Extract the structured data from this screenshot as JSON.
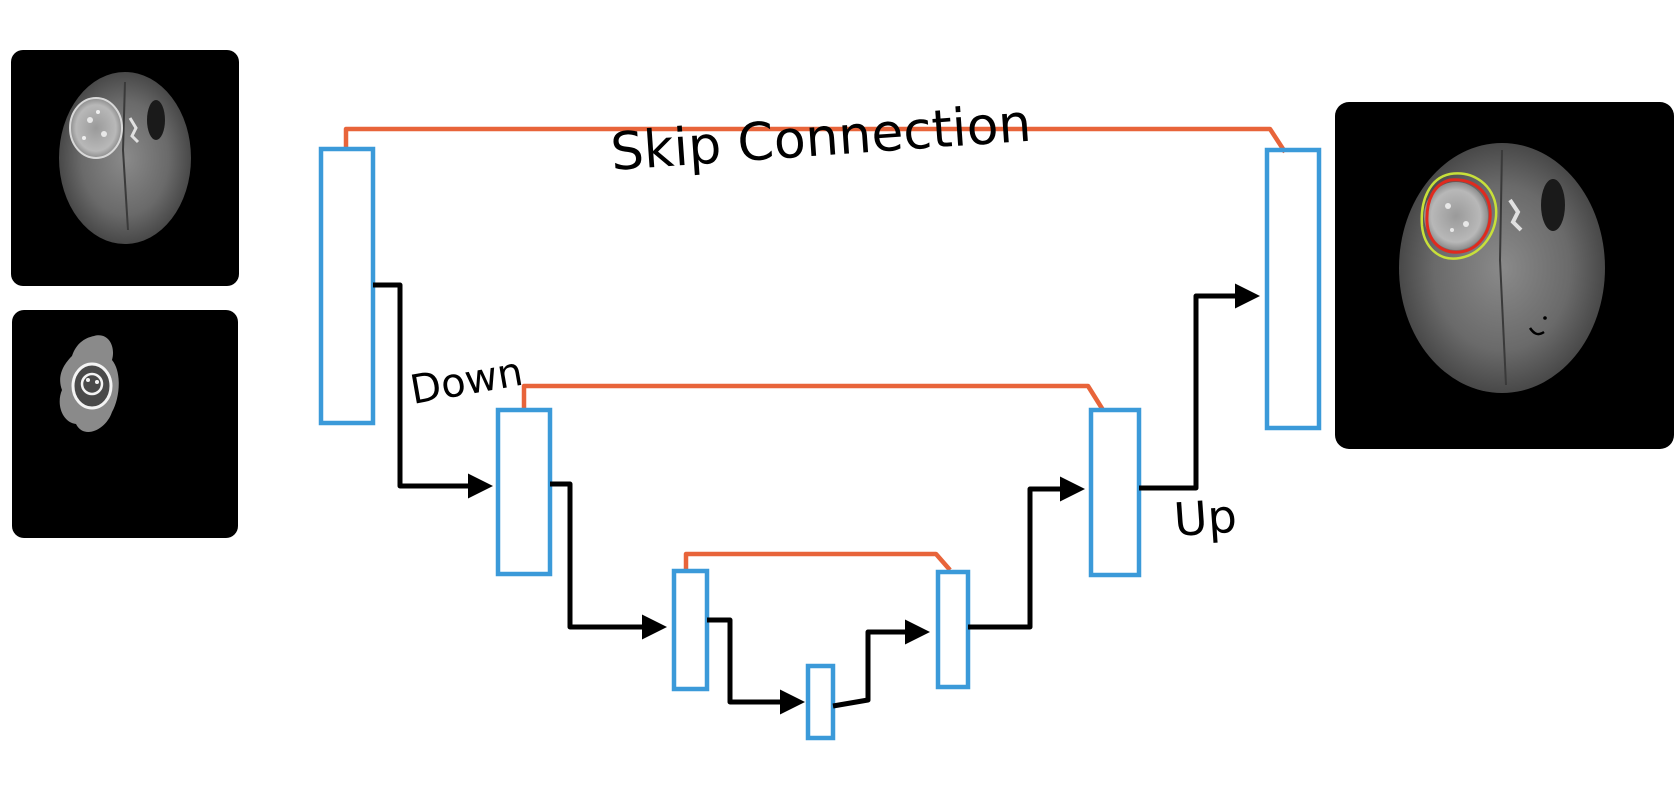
{
  "labels": {
    "skip": "Skip Connection",
    "down": "Down",
    "up": "Up"
  },
  "images": {
    "input_mri": "brain MRI slice with tumor",
    "input_mask": "tumor segmentation mask",
    "output_overlay": "brain MRI with predicted tumor contour overlay"
  },
  "colors": {
    "block": "#3b9ad9",
    "skip": "#e8643a",
    "flow": "#000000",
    "panel": "#000000",
    "contour_outer": "#c8e03a",
    "contour_inner": "#e02a1e"
  }
}
